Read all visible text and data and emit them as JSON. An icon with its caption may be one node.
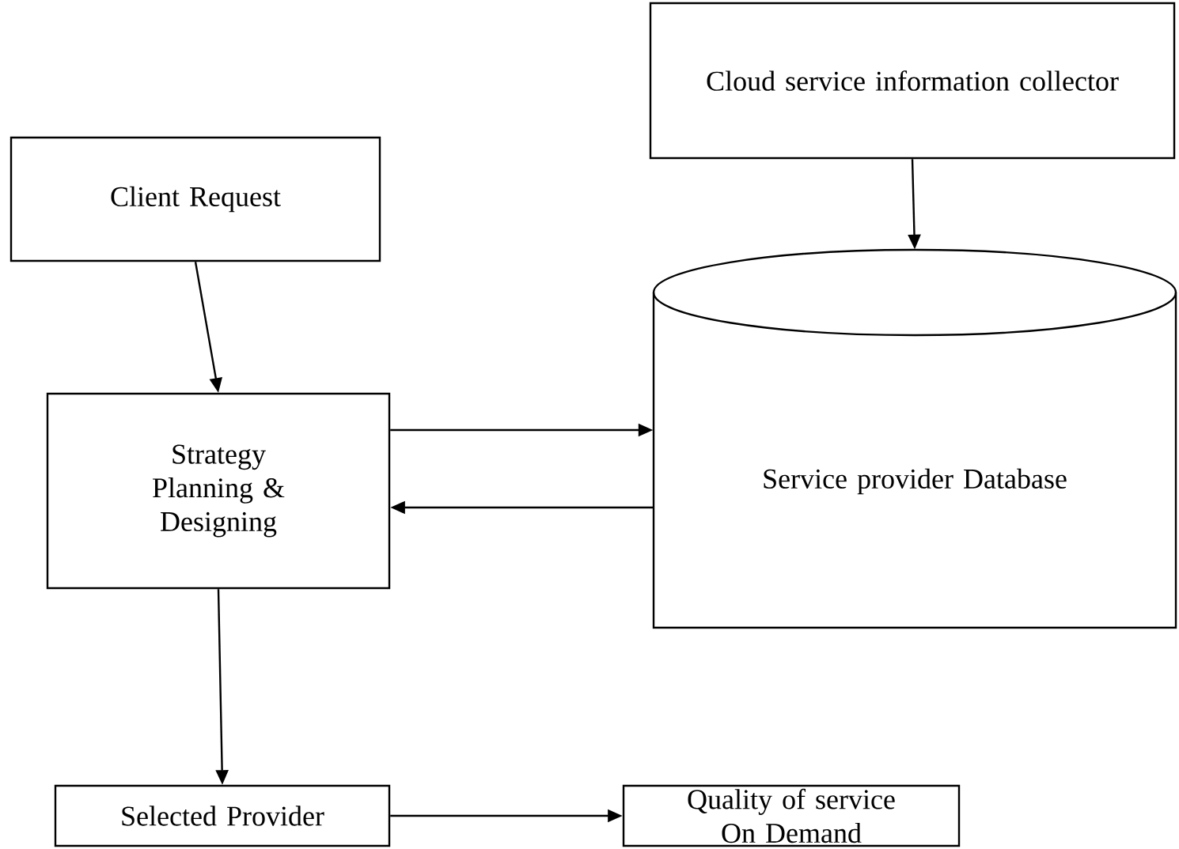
{
  "diagram": {
    "nodes": [
      {
        "text": [
          "Cloud service information collector"
        ]
      },
      {
        "text": [
          "Client Request"
        ]
      },
      {
        "text": [
          "Strategy Planning & Designing"
        ]
      },
      {
        "text": [
          "Service provider Database"
        ]
      },
      {
        "text": [
          "Selected Provider"
        ]
      },
      {
        "text": [
          "Quality of service On Demand"
        ]
      }
    ],
    "edges": [
      {
        "from": 1,
        "to": 2,
        "arrow": "to"
      },
      {
        "from": 0,
        "to": 3,
        "arrow": "to"
      },
      {
        "from": 2,
        "to": 3,
        "arrow": "to"
      },
      {
        "from": 3,
        "to": 2,
        "arrow": "to"
      },
      {
        "from": 2,
        "to": 4,
        "arrow": "to"
      },
      {
        "from": 4,
        "to": 5,
        "arrow": "to"
      }
    ]
  }
}
